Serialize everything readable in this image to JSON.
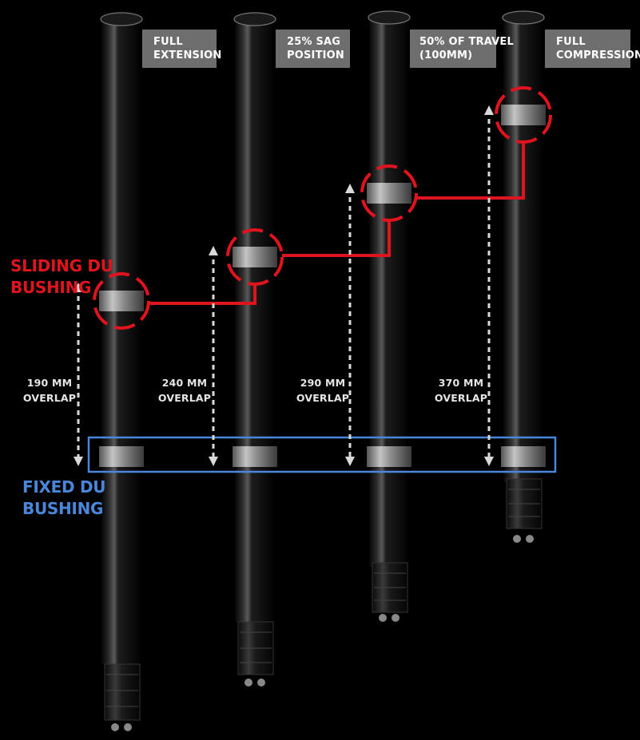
{
  "colors": {
    "background": "#000000",
    "sliding_bushing": "#e0141e",
    "fixed_bushing": "#4a86d9",
    "tag_background": "#6e6e6e",
    "arrow": "#d9d9d9",
    "tube": "#151515"
  },
  "labels": {
    "sliding_line1": "SLIDING DU",
    "sliding_line2": "BUSHING",
    "fixed_line1": "FIXED DU",
    "fixed_line2": "BUSHING"
  },
  "positions": [
    {
      "line1": "FULL",
      "line2": "EXTENSION",
      "overlap": "190 MM",
      "overlap_word": "OVERLAP"
    },
    {
      "line1": "25% SAG",
      "line2": "POSITION",
      "overlap": "240 MM",
      "overlap_word": "OVERLAP"
    },
    {
      "line1": "50% OF TRAVEL",
      "line2": "(100MM)",
      "overlap": "290 MM",
      "overlap_word": "OVERLAP"
    },
    {
      "line1": "FULL",
      "line2": "COMPRESSION",
      "overlap": "370 MM",
      "overlap_word": "OVERLAP"
    }
  ]
}
